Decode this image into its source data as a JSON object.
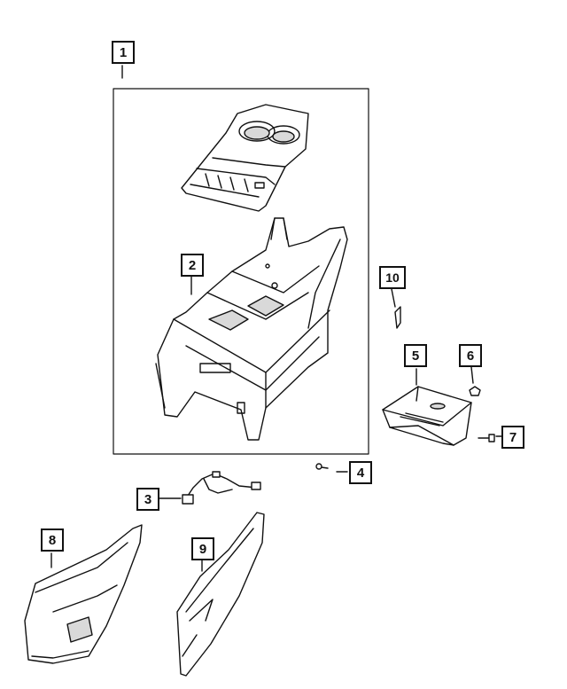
{
  "callouts": {
    "c1": "1",
    "c2": "2",
    "c3": "3",
    "c4": "4",
    "c5": "5",
    "c6": "6",
    "c7": "7",
    "c8": "8",
    "c9": "9",
    "c10": "10"
  },
  "colors": {
    "line": "#111111",
    "fill": "#ffffff",
    "shade": "#d9d9d9"
  }
}
